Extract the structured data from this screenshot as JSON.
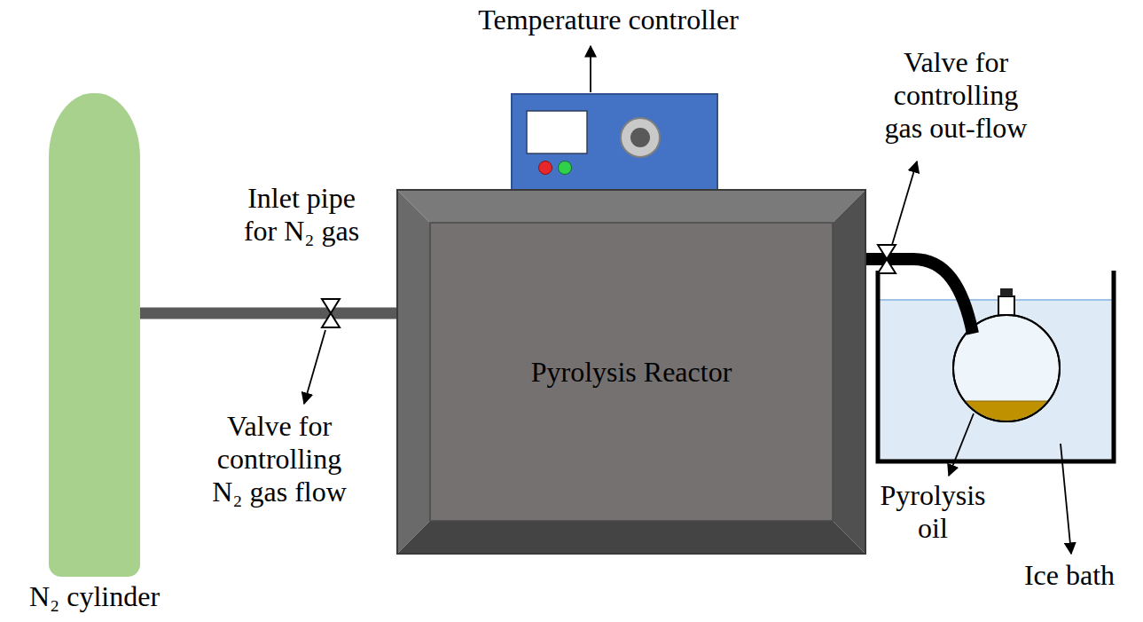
{
  "diagram": {
    "nodes": [
      {
        "text": [
          "N₂ cylinder"
        ]
      },
      {
        "text": [
          "Pyrolysis Reactor"
        ]
      }
    ],
    "edges": [
      {
        "from": 0,
        "to": 1,
        "arrow": "none"
      }
    ],
    "labels": [
      "Temperature controller",
      "Inlet pipe for N₂ gas",
      "Valve for controlling N₂ gas flow",
      "Valve for controlling gas out-flow",
      "Pyrolysis oil",
      "Ice bath"
    ]
  }
}
